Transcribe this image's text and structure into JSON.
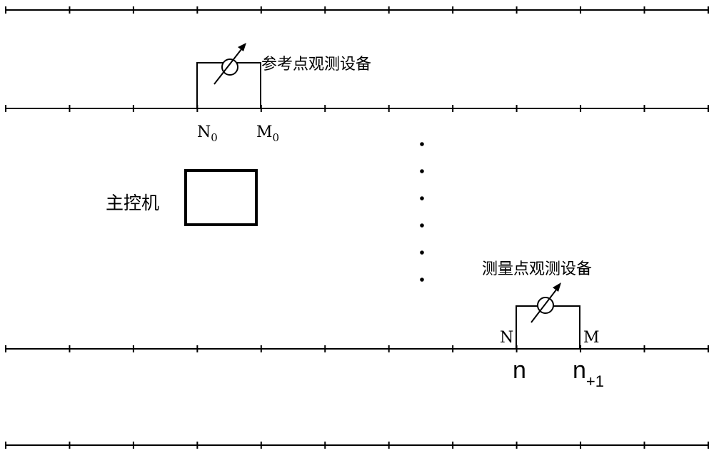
{
  "reference_device": {
    "label": "参考点观测设备",
    "left_electrode": "N",
    "left_electrode_sub": "0",
    "right_electrode": "M",
    "right_electrode_sub": "0"
  },
  "host": {
    "label": "主控机"
  },
  "measurement_device": {
    "label": "测量点观测设备",
    "left_electrode": "N",
    "right_electrode": "M",
    "left_point": "n",
    "right_point": "n",
    "right_point_sub": "+1"
  }
}
